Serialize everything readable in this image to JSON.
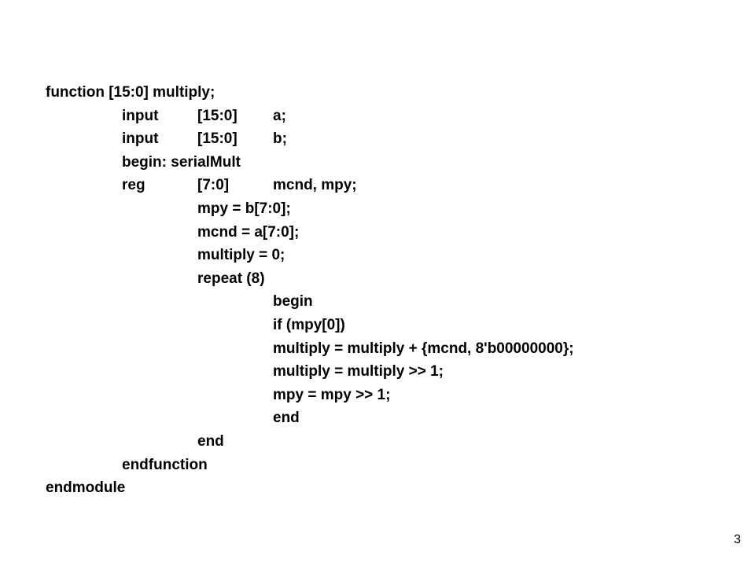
{
  "code_lines": [
    [
      "function [15:0] multiply;"
    ],
    [
      "input",
      "[15:0]",
      "a;"
    ],
    [
      "input",
      "[15:0]",
      "b;"
    ],
    [
      "begin: serialMult"
    ],
    [
      "reg",
      "[7:0]",
      "mcnd, mpy;"
    ],
    [
      "mpy = b[7:0];"
    ],
    [
      "mcnd = a[7:0];"
    ],
    [
      "multiply = 0;"
    ],
    [
      "repeat (8)"
    ],
    [
      "begin"
    ],
    [
      "if (mpy[0])"
    ],
    [
      "multiply = multiply + {mcnd, 8'b00000000};"
    ],
    [
      "multiply = multiply >> 1;"
    ],
    [
      "mpy = mpy >> 1;"
    ],
    [
      "end"
    ],
    [
      "end"
    ],
    [
      "endfunction"
    ],
    [
      "endmodule"
    ]
  ],
  "page_number": "3"
}
